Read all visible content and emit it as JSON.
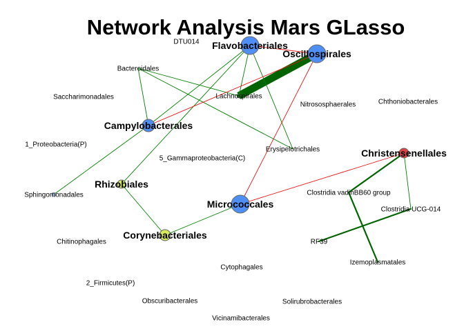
{
  "title": "Network Analysis Mars GLasso",
  "colors": {
    "positive_edge": "#008000",
    "negative_edge": "#ee1111",
    "strong_edge": "#006400",
    "node_blue": "#4f8ef2",
    "node_red": "#e04343",
    "node_yellow": "#d6ea5c",
    "node_lightblue": "#a9c8ee",
    "node_outline": "#666666"
  },
  "nodes": [
    {
      "id": "DTU014",
      "label": "DTU014",
      "size": "small"
    },
    {
      "id": "Flavobacteriales",
      "label": "Flavobacteriales",
      "size": "big",
      "color": "blue",
      "r": 13
    },
    {
      "id": "Oscillospirales",
      "label": "Oscillospirales",
      "size": "big",
      "color": "blue",
      "r": 13
    },
    {
      "id": "Bacteroidales",
      "label": "Bacteroidales",
      "size": "small"
    },
    {
      "id": "Saccharimonadales",
      "label": "Saccharimonadales",
      "size": "small"
    },
    {
      "id": "Lachnospirales",
      "label": "Lachnospirales",
      "size": "small",
      "color": "green",
      "r": 3
    },
    {
      "id": "Nitrososphaerales",
      "label": "Nitrososphaerales",
      "size": "small"
    },
    {
      "id": "Chthoniobacterales",
      "label": "Chthoniobacterales",
      "size": "small"
    },
    {
      "id": "Campylobacterales",
      "label": "Campylobacterales",
      "size": "big",
      "color": "blue",
      "r": 9
    },
    {
      "id": "1_Proteobacteria(P)",
      "label": "1_Proteobacteria(P)",
      "size": "small"
    },
    {
      "id": "Erysipelotrichales",
      "label": "Erysipelotrichales",
      "size": "small"
    },
    {
      "id": "Christensenellales",
      "label": "Christensenellales",
      "size": "big",
      "color": "red",
      "r": 7
    },
    {
      "id": "5_Gammaproteobacteria(C)",
      "label": "5_Gammaproteobacteria(C)",
      "size": "small"
    },
    {
      "id": "Rhizobiales",
      "label": "Rhizobiales",
      "size": "big",
      "color": "yellow",
      "r": 6
    },
    {
      "id": "Sphingomonadales",
      "label": "Sphingomonadales",
      "size": "small",
      "color": "lightblue",
      "r": 3
    },
    {
      "id": "Clostridia vadinBB60 group",
      "label": "Clostridia vadinBB60 group",
      "size": "small"
    },
    {
      "id": "Micrococcales",
      "label": "Micrococcales",
      "size": "big",
      "color": "blue",
      "r": 13
    },
    {
      "id": "Clostridia UCG-014",
      "label": "Clostridia UCG-014",
      "size": "small"
    },
    {
      "id": "Corynebacteriales",
      "label": "Corynebacteriales",
      "size": "big",
      "color": "yellow",
      "r": 8
    },
    {
      "id": "Chitinophagales",
      "label": "Chitinophagales",
      "size": "small"
    },
    {
      "id": "RF39",
      "label": "RF39",
      "size": "small"
    },
    {
      "id": "Izemoplasmatales",
      "label": "Izemoplasmatales",
      "size": "small"
    },
    {
      "id": "Cytophagales",
      "label": "Cytophagales",
      "size": "small"
    },
    {
      "id": "2_Firmicutes(P)",
      "label": "2_Firmicutes(P)",
      "size": "small"
    },
    {
      "id": "Obscuribacterales",
      "label": "Obscuribacterales",
      "size": "small"
    },
    {
      "id": "Solirubrobacterales",
      "label": "Solirubrobacterales",
      "size": "small"
    },
    {
      "id": "Vicinamibacterales",
      "label": "Vicinamibacterales",
      "size": "small"
    }
  ],
  "edges": [
    {
      "from": "Oscillospirales",
      "to": "Lachnospirales",
      "sign": "positive",
      "weight": "strong"
    },
    {
      "from": "Flavobacteriales",
      "to": "Campylobacterales",
      "sign": "positive",
      "weight": "thin"
    },
    {
      "from": "Flavobacteriales",
      "to": "Lachnospirales",
      "sign": "positive",
      "weight": "thin"
    },
    {
      "from": "Flavobacteriales",
      "to": "Erysipelotrichales",
      "sign": "positive",
      "weight": "thin"
    },
    {
      "from": "Flavobacteriales",
      "to": "Rhizobiales",
      "sign": "positive",
      "weight": "thin"
    },
    {
      "from": "Flavobacteriales",
      "to": "Oscillospirales",
      "sign": "negative",
      "weight": "thin"
    },
    {
      "from": "Bacteroidales",
      "to": "Campylobacterales",
      "sign": "positive",
      "weight": "thin"
    },
    {
      "from": "Bacteroidales",
      "to": "Lachnospirales",
      "sign": "positive",
      "weight": "thin"
    },
    {
      "from": "Bacteroidales",
      "to": "Erysipelotrichales",
      "sign": "positive",
      "weight": "thin"
    },
    {
      "from": "Campylobacterales",
      "to": "Oscillospirales",
      "sign": "negative",
      "weight": "thin"
    },
    {
      "from": "Campylobacterales",
      "to": "Sphingomonadales",
      "sign": "positive",
      "weight": "thin"
    },
    {
      "from": "Oscillospirales",
      "to": "Micrococcales",
      "sign": "negative",
      "weight": "thin"
    },
    {
      "from": "Rhizobiales",
      "to": "Corynebacteriales",
      "sign": "positive",
      "weight": "thin"
    },
    {
      "from": "Micrococcales",
      "to": "Corynebacteriales",
      "sign": "positive",
      "weight": "thin"
    },
    {
      "from": "Micrococcales",
      "to": "Christensenellales",
      "sign": "negative",
      "weight": "thin"
    },
    {
      "from": "Christensenellales",
      "to": "Clostridia vadinBB60 group",
      "sign": "positive",
      "weight": "medium"
    },
    {
      "from": "Christensenellales",
      "to": "Clostridia UCG-014",
      "sign": "positive",
      "weight": "thin"
    },
    {
      "from": "Clostridia vadinBB60 group",
      "to": "Izemoplasmatales",
      "sign": "positive",
      "weight": "medium"
    },
    {
      "from": "Clostridia UCG-014",
      "to": "RF39",
      "sign": "positive",
      "weight": "medium"
    }
  ]
}
